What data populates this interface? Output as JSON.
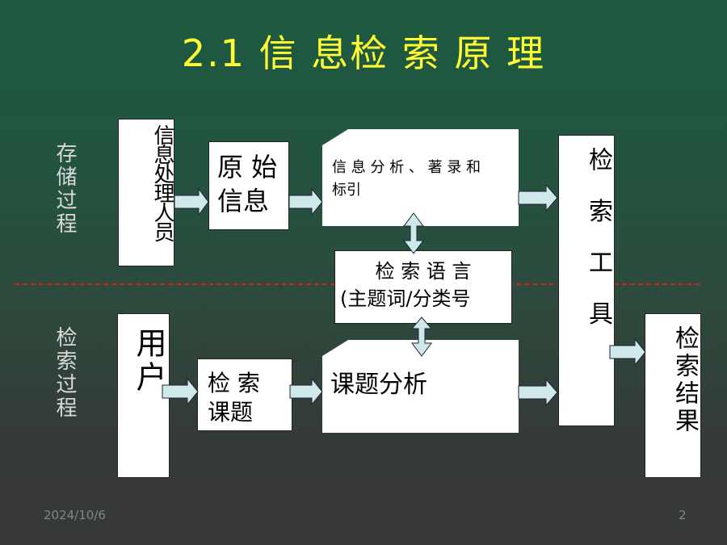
{
  "title": "2.1 信 息检 索 原 理",
  "labels": {
    "storage": "存储过程",
    "retrieval": "检索过程"
  },
  "boxes": {
    "info_staff": "信息处理人员",
    "raw_info_line1": "原 始",
    "raw_info_line2": "信息",
    "analysis_line1": "信 息 分 析 、 著 录 和",
    "analysis_line2": "标引",
    "lang_line1": "检 索 语 言",
    "lang_line2": "(主题词/分类号",
    "tool": "检 索 工 具",
    "user": "用户",
    "topic_line1": "检  索",
    "topic_line2": "课题",
    "topic_analysis": "课题分析",
    "result": "检索结果"
  },
  "footer": {
    "date": "2024/10/6",
    "page": "2"
  },
  "colors": {
    "title": "#ffff33",
    "arrow_fill": "#cfe8ea",
    "divider": "#d42020"
  }
}
